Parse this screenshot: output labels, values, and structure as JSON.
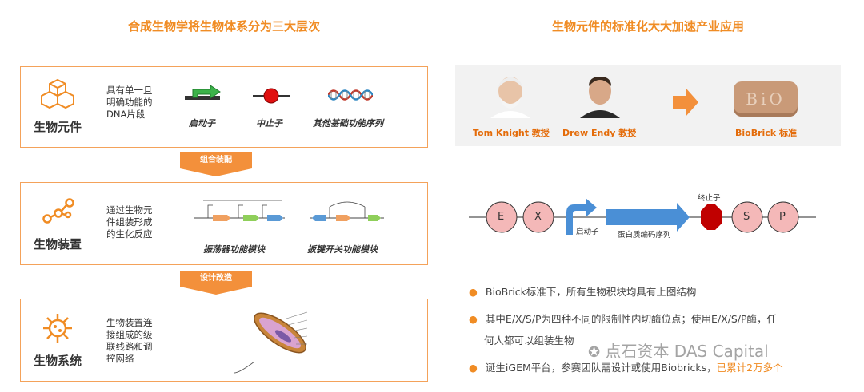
{
  "left_title": "合成生物学将生物体系分为三大层次",
  "right_title": "生物元件的标准化大大加速产业应用",
  "levels": [
    {
      "title": "生物元件",
      "description": [
        "具有单一且",
        "明确功能的",
        "DNA片段"
      ],
      "captions": [
        "启动子",
        "中止子",
        "其他基础功能序列"
      ]
    },
    {
      "title": "生物装置",
      "description": [
        "通过生物元",
        "件组装形成",
        "的生化反应"
      ],
      "captions": [
        "振荡器功能模块",
        "扳键开关功能模块"
      ]
    },
    {
      "title": "生物系统",
      "description": [
        "生物装置连",
        "接组成的级",
        "联线路和调",
        "控网络"
      ],
      "captions": []
    }
  ],
  "arrows": [
    "组合装配",
    "设计改造"
  ],
  "people": [
    {
      "name": "Tom Knight 教授",
      "icon": "portrait-tom-knight"
    },
    {
      "name": "Drew Endy 教授",
      "icon": "portrait-drew-endy"
    }
  ],
  "biobrick": {
    "label": "BioBrick 标准",
    "brick_text": "BiO"
  },
  "diagram": {
    "sites": [
      "E",
      "X",
      "S",
      "P"
    ],
    "promoter_label": "启动子",
    "cds_label": "蛋白质编码序列",
    "terminator_label": "终止子"
  },
  "bullets": [
    {
      "text": "BioBrick标准下，所有生物积块均具有上图结构"
    },
    {
      "text": "其中E/X/S/P为四种不同的限制性内切酶位点；使用E/X/S/P酶，任",
      "text2": "何人都可以组装生物"
    },
    {
      "text": "诞生iGEM平台，参赛团队需设计或使用Biobricks，",
      "highlight": "已累计2万多个"
    }
  ],
  "watermark": "点石资本 DAS Capital",
  "colors": {
    "accent": "#f08c24",
    "site_fill": "#f4b8b8",
    "cds_blue": "#4a8fd6",
    "terminator_red": "#c00000"
  }
}
